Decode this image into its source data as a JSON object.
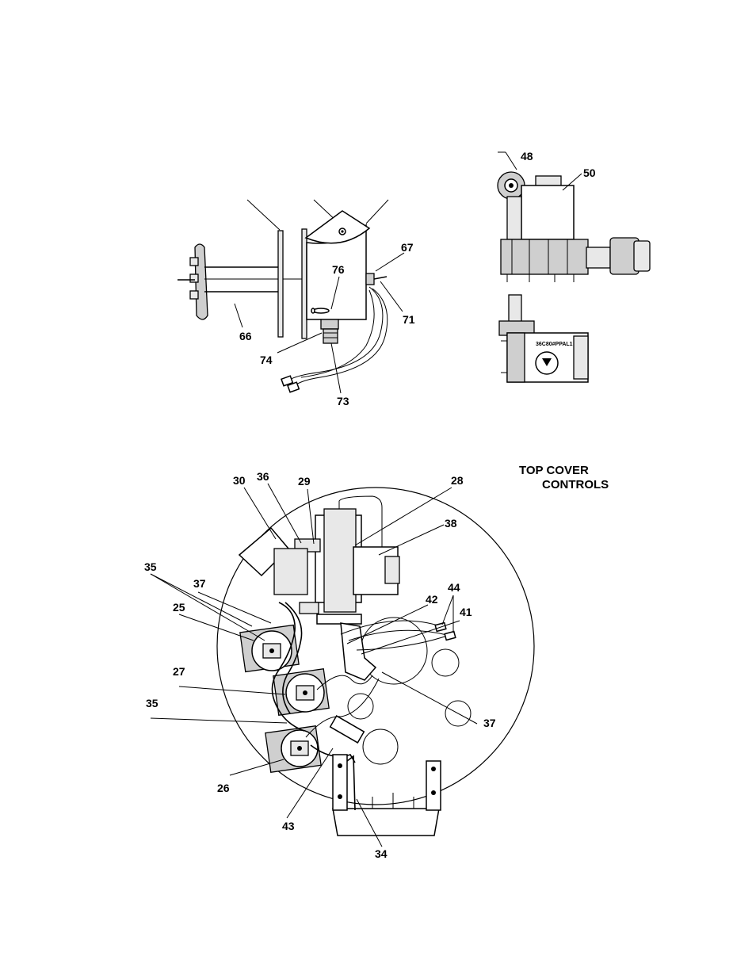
{
  "figure_top_left": {
    "callouts": [
      "66",
      "76",
      "67",
      "71",
      "74",
      "73"
    ]
  },
  "figure_top_right": {
    "callouts": [
      "48",
      "50"
    ],
    "valve_marking": "36C80#PPAL1"
  },
  "figure_bottom": {
    "title_line1": "TOP COVER",
    "title_line2": "CONTROLS",
    "callouts": [
      "30",
      "36",
      "29",
      "28",
      "38",
      "35",
      "37",
      "25",
      "42",
      "44",
      "41",
      "27",
      "35",
      "37",
      "26",
      "43",
      "34"
    ]
  }
}
